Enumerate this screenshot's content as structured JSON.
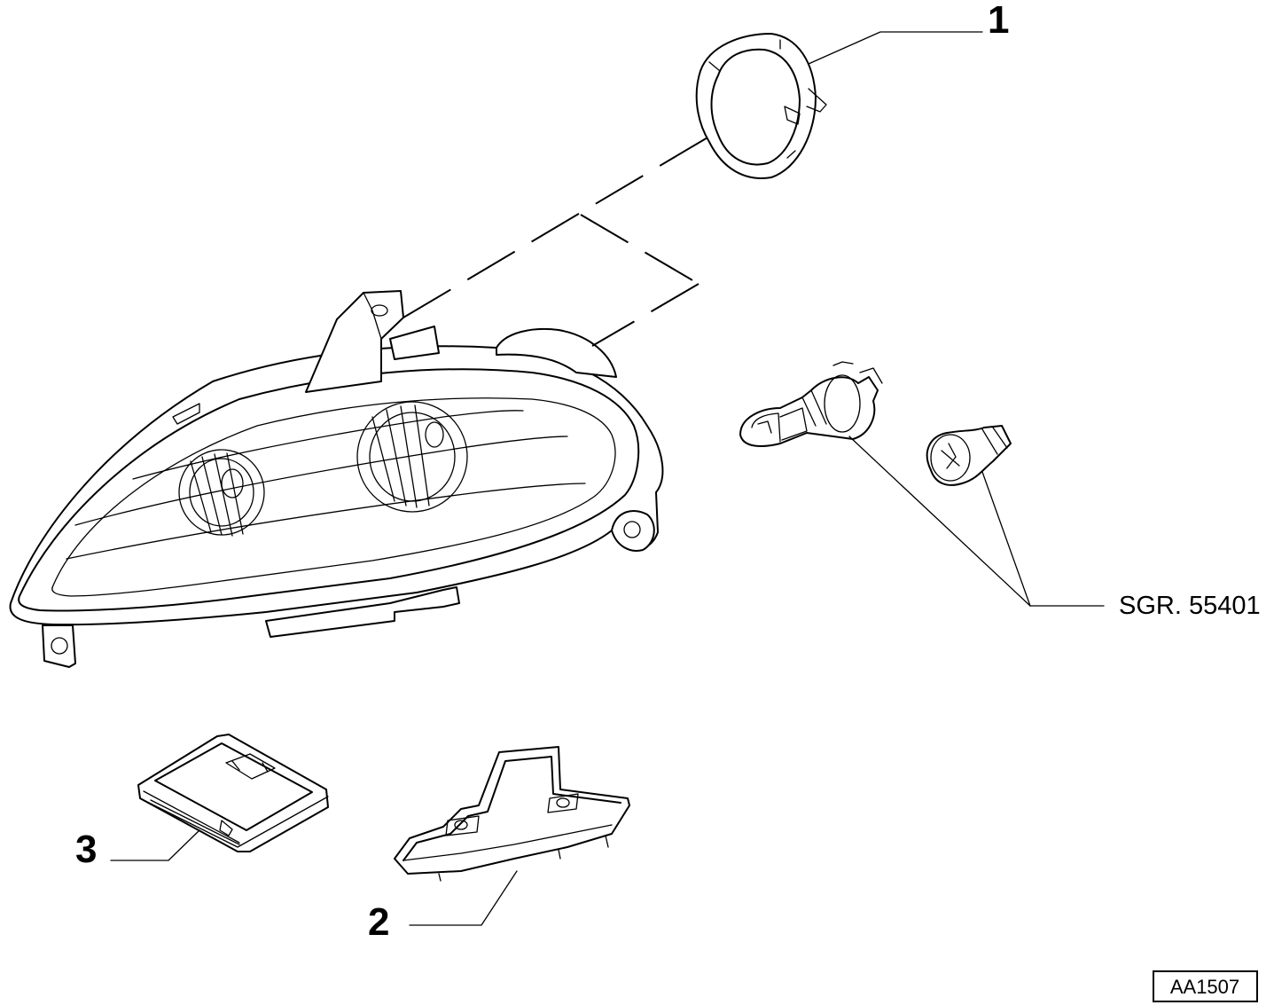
{
  "callouts": {
    "part1": "1",
    "part2": "2",
    "part3": "3",
    "bulb_group": "SGR. 55401"
  },
  "reference": {
    "code": "AA1507"
  }
}
